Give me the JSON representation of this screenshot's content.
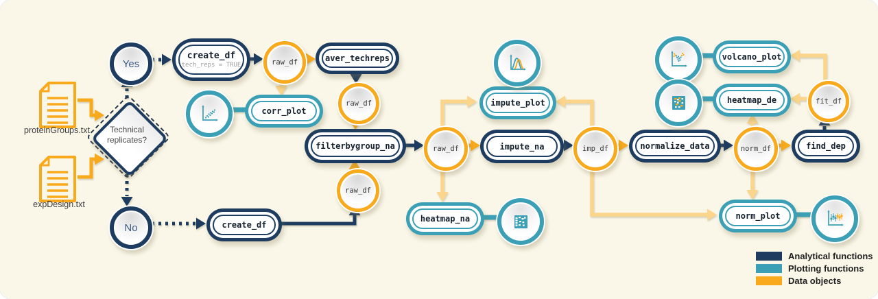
{
  "palette": {
    "analytical": "#1E3C5F",
    "plotting": "#3BA0B5",
    "data_object": "#F9A91C",
    "light_arrow": "#FAD58B",
    "background": "#FAF7E9"
  },
  "decision": {
    "question": "Technical replicates?",
    "yes": "Yes",
    "no": "No"
  },
  "inputs": {
    "file1": "proteinGroups.txt",
    "file2": "expDesign.txt"
  },
  "nodes": {
    "create_df_yes": {
      "label": "create_df",
      "sub": "tech_reps = TRUE"
    },
    "create_df_no": {
      "label": "create_df"
    },
    "aver_techreps": {
      "label": "aver_techreps"
    },
    "corr_plot": {
      "label": "corr_plot"
    },
    "filterbygroup_na": {
      "label": "filterbygroup_na"
    },
    "impute_plot": {
      "label": "impute_plot"
    },
    "impute_na": {
      "label": "impute_na"
    },
    "heatmap_na": {
      "label": "heatmap_na"
    },
    "normalize_data": {
      "label": "normalize_data"
    },
    "find_dep": {
      "label": "find_dep"
    },
    "volcano_plot": {
      "label": "volcano_plot"
    },
    "heatmap_de": {
      "label": "heatmap_de"
    },
    "norm_plot": {
      "label": "norm_plot"
    }
  },
  "data_objects": {
    "raw_df": "raw_df",
    "imp_df": "imp_df",
    "norm_df": "norm_df",
    "fit_df": "fit_df"
  },
  "legend": {
    "items": [
      {
        "label": "Analytical functions",
        "color": "#1E3C5F"
      },
      {
        "label": "Plotting functions",
        "color": "#3BA0B5"
      },
      {
        "label": "Data objects",
        "color": "#F9A91C"
      }
    ]
  }
}
